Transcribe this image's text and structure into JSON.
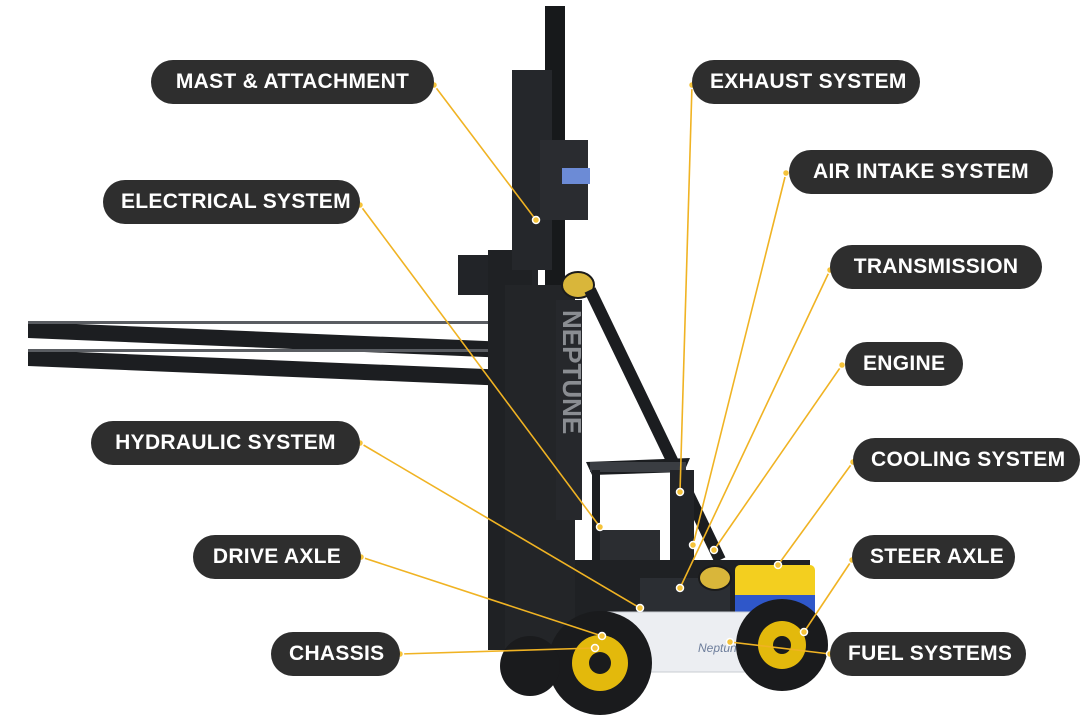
{
  "labels": {
    "mast": "MAST & ATTACHMENT",
    "electrical": "ELECTRICAL SYSTEM",
    "hydraulic": "HYDRAULIC SYSTEM",
    "drive_axle": "DRIVE AXLE",
    "chassis": "CHASSIS",
    "exhaust": "EXHAUST SYSTEM",
    "air_intake": "AIR INTAKE SYSTEM",
    "transmission": "TRANSMISSION",
    "engine": "ENGINE",
    "cooling": "COOLING SYSTEM",
    "steer_axle": "STEER AXLE",
    "fuel": "FUEL SYSTEMS"
  },
  "machine": {
    "mast_text": "NEPTUNE",
    "body_text": "Neptune"
  },
  "colors": {
    "callout_bg": "#2e2e2e",
    "callout_text": "#ffffff",
    "leader_line": "#f0b323",
    "machine_dark": "#1f2124",
    "counterweight_yellow": "#f3cf1f",
    "wheel_hub_yellow": "#e3b90c",
    "body_white": "#eceef2",
    "accent_blue": "#2f57c9"
  }
}
